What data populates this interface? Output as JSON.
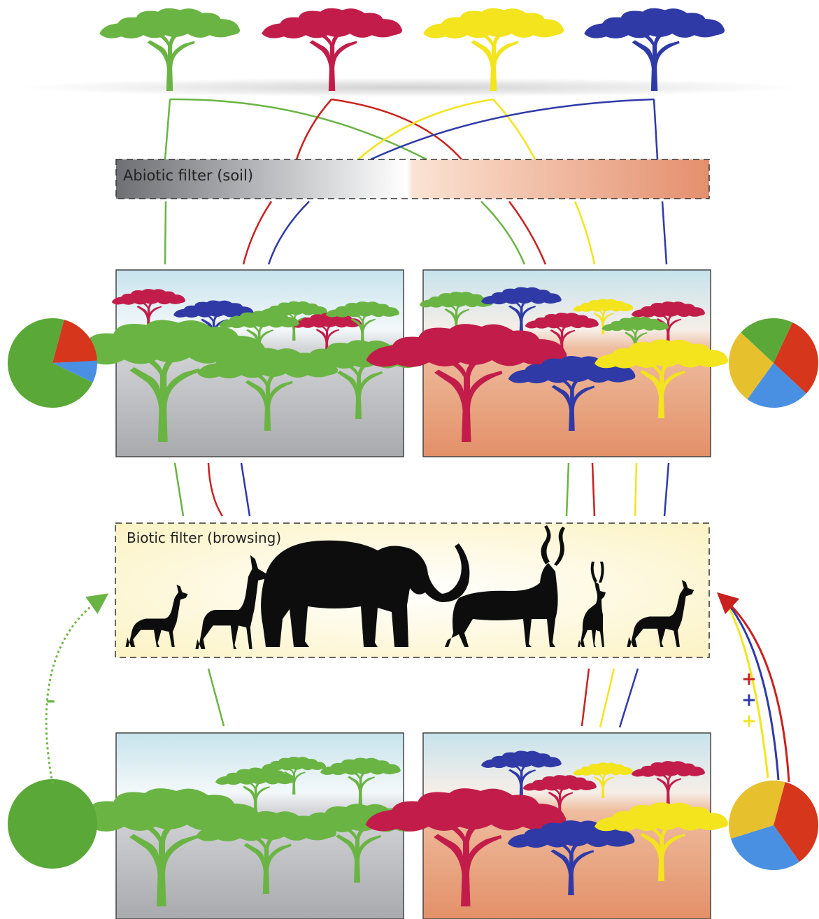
{
  "filters": {
    "abiotic_label": "Abiotic filter (soil)",
    "biotic_label": "Biotic filter (browsing)"
  },
  "feedback": {
    "negative_sign": "–",
    "positive_signs": [
      "+",
      "+",
      "+"
    ]
  },
  "species_colors": {
    "green": "#6ab444",
    "red": "#c21d4a",
    "yellow": "#f3e41e",
    "blue": "#2f3aa7"
  },
  "soil_colors": {
    "grey_soil": "#a9aaad",
    "red_soil": "#e59573",
    "browse_panel": "#fdf7cf"
  },
  "communities": {
    "grey_before": {
      "green": 0.72,
      "red": 0.2,
      "blue": 0.08
    },
    "red_before": {
      "green": 0.2,
      "red": 0.3,
      "blue": 0.23,
      "yellow": 0.27
    },
    "grey_after": {
      "green": 1.0
    },
    "red_after": {
      "red": 0.36,
      "blue": 0.3,
      "yellow": 0.34
    }
  },
  "icons": [
    "acacia-tree-icon",
    "dik-dik-icon",
    "gazelle-icon",
    "elephant-icon",
    "kudu-icon",
    "impala-icon",
    "pie-chart-icon"
  ]
}
